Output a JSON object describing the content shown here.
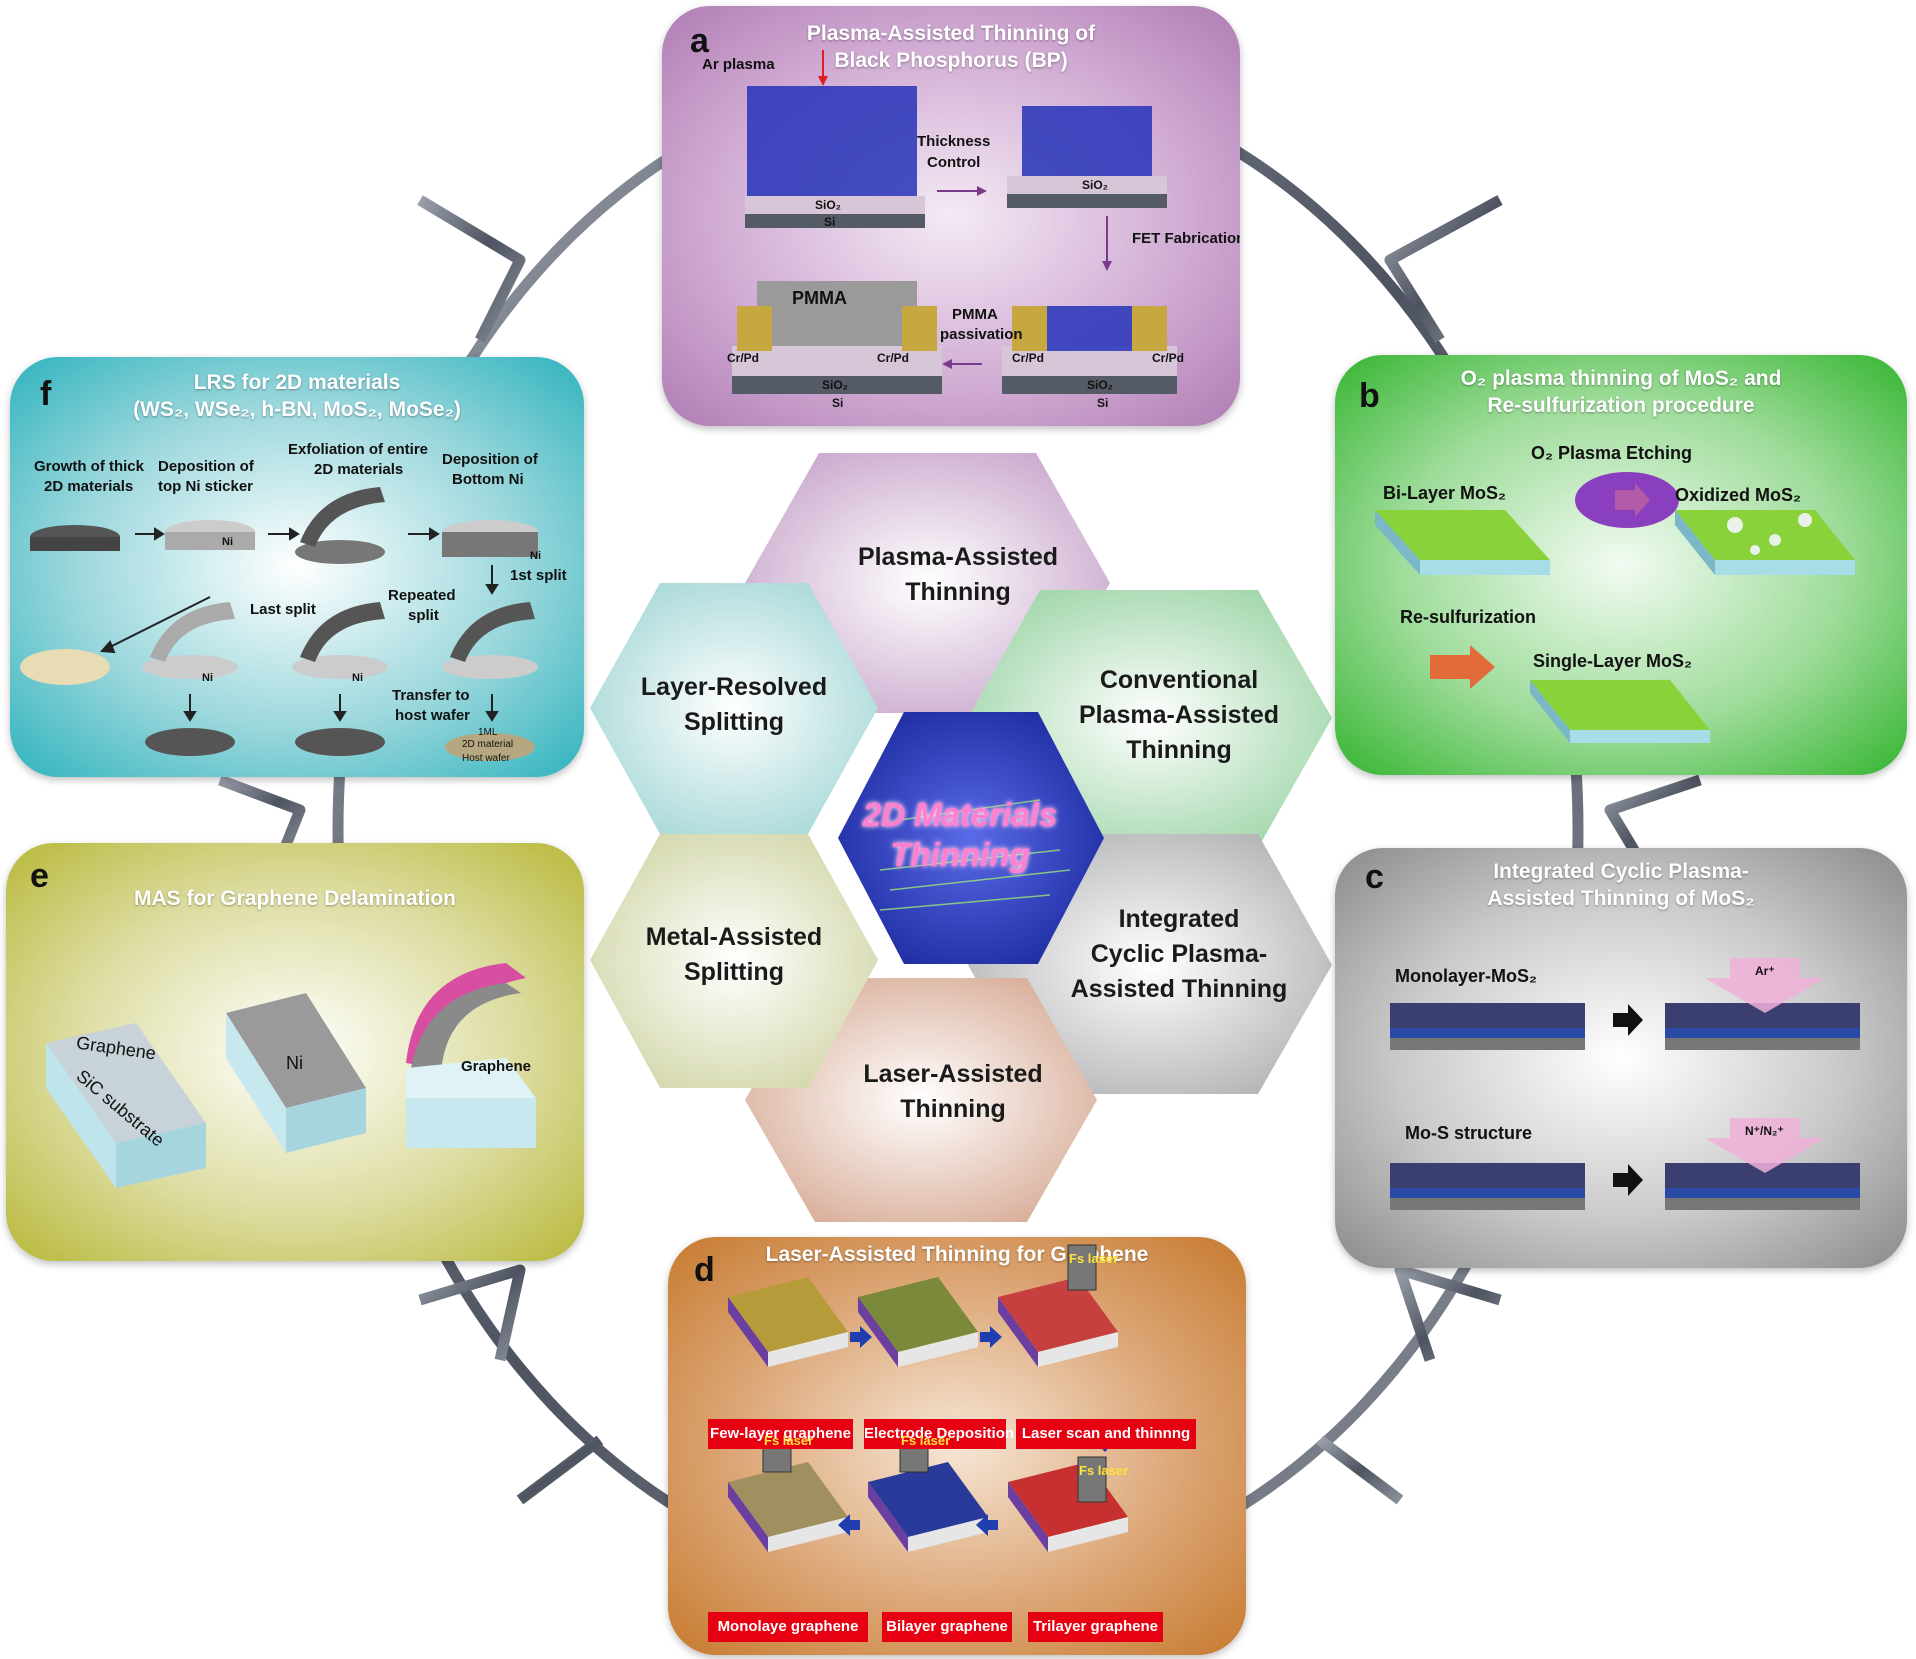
{
  "colors": {
    "panel_a": "#b07cb3",
    "panel_b": "#3dbd3a",
    "panel_c": "#8a8a8a",
    "panel_d": "#c77a2e",
    "panel_e": "#b8b83a",
    "panel_f": "#2fb3bd",
    "hex_plasma": "#d9c4dc",
    "hex_conventional": "#bfe3c4",
    "hex_integrated": "#cfd0d0",
    "hex_laser": "#e4c4b4",
    "hex_metal": "#e0e3c4",
    "hex_layer": "#c2e3e3",
    "hex_center": "#2e3fbf",
    "red_label": "#e60012"
  },
  "center": {
    "title_line1": "2D Materials",
    "title_line2": "Thinning"
  },
  "hexagons": {
    "plasma": {
      "line1": "Plasma-Assisted",
      "line2": "Thinning"
    },
    "conventional": {
      "line1": "Conventional",
      "line2": "Plasma-Assisted",
      "line3": "Thinning"
    },
    "integrated": {
      "line1": "Integrated",
      "line2": "Cyclic Plasma-",
      "line3": "Assisted Thinning"
    },
    "laser": {
      "line1": "Laser-Assisted",
      "line2": "Thinning"
    },
    "metal": {
      "line1": "Metal-Assisted",
      "line2": "Splitting"
    },
    "layer": {
      "line1": "Layer-Resolved",
      "line2": "Splitting"
    }
  },
  "panel_a": {
    "letter": "a",
    "title_line1": "Plasma-Assisted Thinning of",
    "title_line2": "Black Phosphorus (BP)",
    "ar_plasma": "Ar plasma",
    "sio2": "SiO₂",
    "si": "Si",
    "thickness": "Thickness",
    "control": "Control",
    "fet": "FET Fabrication",
    "pmma": "PMMA",
    "pmma_passivation_1": "PMMA",
    "pmma_passivation_2": "passivation",
    "crpd": "Cr/Pd"
  },
  "panel_b": {
    "letter": "b",
    "title_line1": "O₂ plasma thinning of MoS₂ and",
    "title_line2": "Re-sulfurization procedure",
    "etching": "O₂ Plasma Etching",
    "bilayer": "Bi-Layer MoS₂",
    "oxidized": "Oxidized MoS₂",
    "resulf": "Re-sulfurization",
    "single": "Single-Layer MoS₂"
  },
  "panel_c": {
    "letter": "c",
    "title_line1": "Integrated Cyclic Plasma-",
    "title_line2": "Assisted Thinning of MoS₂",
    "monolayer": "Monolayer-MoS₂",
    "mos": "Mo-S structure",
    "ar": "Ar⁺",
    "n": "N⁺/N₂⁺"
  },
  "panel_d": {
    "letter": "d",
    "title": "Laser-Assisted Thinning for Graphene",
    "few": "Few-layer graphene",
    "electrode": "Electrode Deposition",
    "laser_scan": "Laser scan and thinnng",
    "mono": "Monolaye graphene",
    "bilayer": "Bilayer graphene",
    "trilayer": "Trilayer graphene",
    "fs": "Fs laser"
  },
  "panel_e": {
    "letter": "e",
    "title": "MAS for Graphene Delamination",
    "graphene": "Graphene",
    "sic": "SiC substrate",
    "ni": "Ni",
    "graphene2": "Graphene"
  },
  "panel_f": {
    "letter": "f",
    "title_line1": "LRS for 2D materials",
    "title_line2": "(WS₂, WSe₂, h-BN, MoS₂, MoSe₂)",
    "growth_1": "Growth of thick",
    "growth_2": "2D materials",
    "depo_top_1": "Deposition of",
    "depo_top_2": "top Ni sticker",
    "exfol_1": "Exfoliation of entire",
    "exfol_2": "2D materials",
    "depo_bot_1": "Deposition of",
    "depo_bot_2": "Bottom Ni",
    "first_split": "1st split",
    "repeated_1": "Repeated",
    "repeated_2": "split",
    "last_split": "Last split",
    "transfer_1": "Transfer to",
    "transfer_2": "host wafer",
    "ni": "Ni",
    "onemL": "1ML",
    "twod": "2D material",
    "host": "Host wafer"
  }
}
